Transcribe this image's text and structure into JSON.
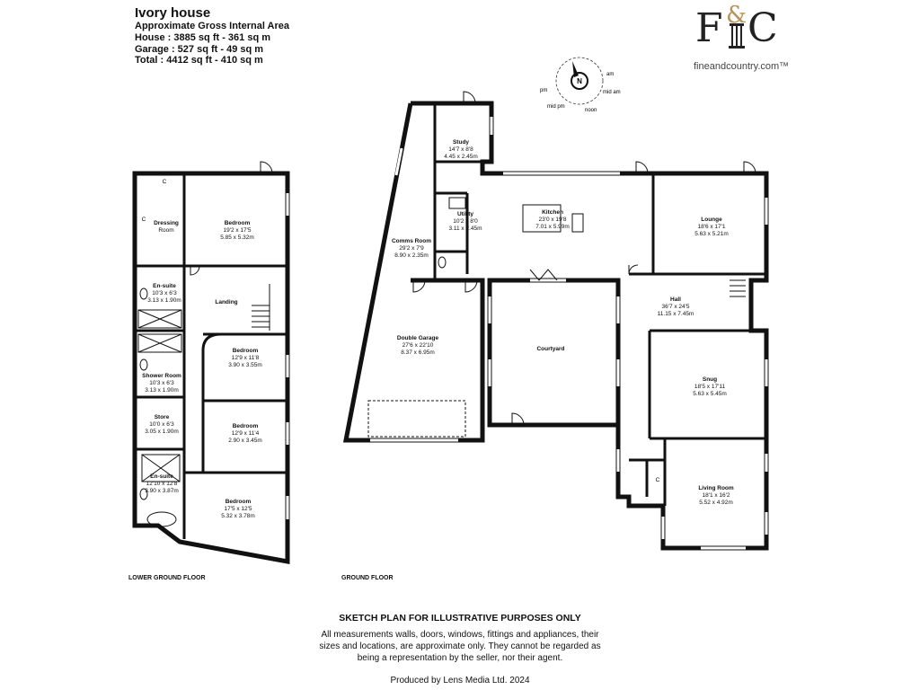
{
  "header": {
    "title": "Ivory house",
    "lines": [
      "Approximate Gross Internal Area",
      "House : 3885 sq ft - 361 sq m",
      "Garage : 527 sq ft - 49 sq m",
      "Total : 4412 sq ft - 410 sq m"
    ]
  },
  "logo": {
    "mark_left": "F",
    "mark_amp": "&",
    "mark_right": "C",
    "url": "fineandcountry.com™"
  },
  "compass": {
    "north": "N",
    "labels": [
      "am",
      "mid am",
      "noon",
      "mid pm",
      "pm"
    ]
  },
  "floors": {
    "lower": "LOWER GROUND FLOOR",
    "ground": "GROUND FLOOR"
  },
  "rooms": [
    {
      "id": "bedroom1",
      "name": "Bedroom",
      "imperial": "19'2 x 17'5",
      "metric": "5.85 x 5.32m"
    },
    {
      "id": "dressing",
      "name": "Dressing",
      "imperial": "Room",
      "metric": ""
    },
    {
      "id": "ensuite1",
      "name": "En-suite",
      "imperial": "10'3 x 6'3",
      "metric": "3.13 x 1.90m"
    },
    {
      "id": "landing",
      "name": "Landing",
      "imperial": "",
      "metric": ""
    },
    {
      "id": "bedroom2",
      "name": "Bedroom",
      "imperial": "12'9 x 11'8",
      "metric": "3.90 x 3.55m"
    },
    {
      "id": "shower",
      "name": "Shower Room",
      "imperial": "10'3 x 6'3",
      "metric": "3.13 x 1.90m"
    },
    {
      "id": "store",
      "name": "Store",
      "imperial": "10'0 x 6'3",
      "metric": "3.05 x 1.90m"
    },
    {
      "id": "bedroom3",
      "name": "Bedroom",
      "imperial": "12'9 x 11'4",
      "metric": "2.90 x 3.45m"
    },
    {
      "id": "ensuite2",
      "name": "En-suite",
      "imperial": "12'10 x 12'8",
      "metric": "3.90 x 3.87m"
    },
    {
      "id": "bedroom4",
      "name": "Bedroom",
      "imperial": "17'5 x 12'5",
      "metric": "5.32 x 3.78m"
    },
    {
      "id": "study",
      "name": "Study",
      "imperial": "14'7 x 8'8",
      "metric": "4.45 x 2.45m"
    },
    {
      "id": "utility",
      "name": "Utility",
      "imperial": "10'2 x 8'0",
      "metric": "3.11 x 2.45m"
    },
    {
      "id": "kitchen",
      "name": "Kitchen",
      "imperial": "23'0 x 19'8",
      "metric": "7.01 x 5.99m"
    },
    {
      "id": "lounge",
      "name": "Lounge",
      "imperial": "18'6 x 17'1",
      "metric": "5.63 x 5.21m"
    },
    {
      "id": "comms",
      "name": "Comms Room",
      "imperial": "29'2 x 7'9",
      "metric": "8.90 x 2.35m"
    },
    {
      "id": "hall",
      "name": "Hall",
      "imperial": "36'7 x 24'5",
      "metric": "11.15 x 7.45m"
    },
    {
      "id": "garage",
      "name": "Double Garage",
      "imperial": "27'6 x 22'10",
      "metric": "8.37 x 6.95m"
    },
    {
      "id": "courtyard",
      "name": "Courtyard",
      "imperial": "",
      "metric": ""
    },
    {
      "id": "snug",
      "name": "Snug",
      "imperial": "18'5 x 17'11",
      "metric": "5.63 x 5.45m"
    },
    {
      "id": "living",
      "name": "Living Room",
      "imperial": "18'1 x 16'2",
      "metric": "5.52 x 4.92m"
    }
  ],
  "cupboard_marks": [
    "C",
    "C",
    "C"
  ],
  "disclaimer": {
    "heading": "SKETCH PLAN FOR ILLUSTRATIVE PURPOSES ONLY",
    "lines": [
      "All measurements walls, doors, windows, fittings and appliances, their",
      "sizes and locations, are approximate only. They cannot be regarded as",
      "being a representation by the seller, nor their agent."
    ]
  },
  "producer": "Produced by Lens Media Ltd. 2024"
}
